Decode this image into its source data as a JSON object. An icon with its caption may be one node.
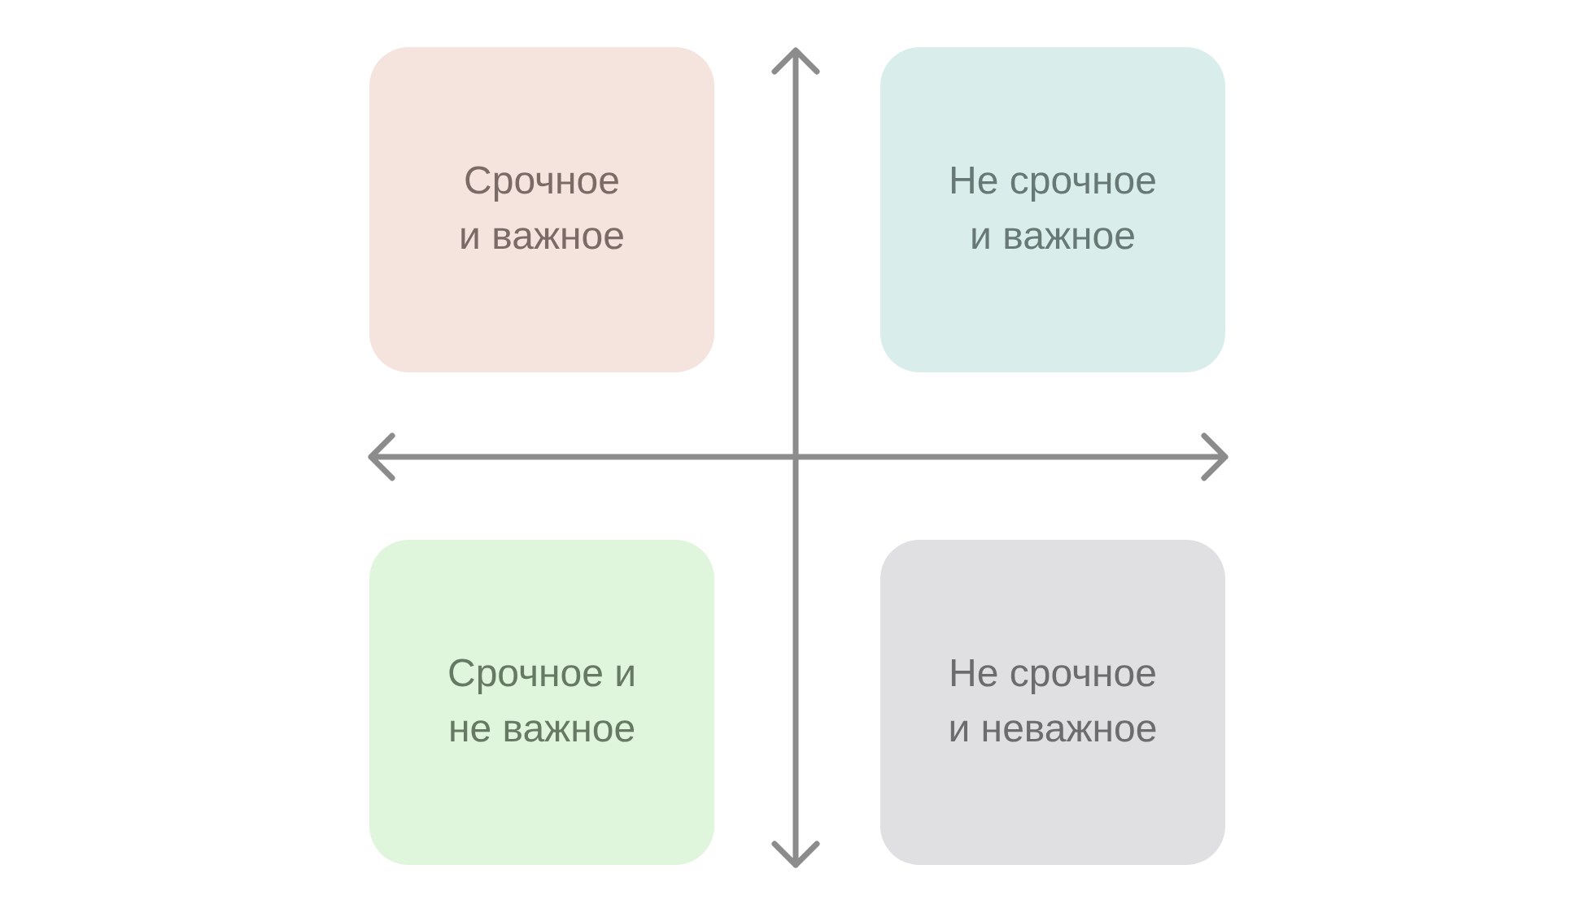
{
  "diagram": {
    "nodes": [
      {
        "text": [
          "Срочное и важное"
        ]
      },
      {
        "text": [
          "Не срочное и важное"
        ]
      },
      {
        "text": [
          "Срочное и не важное"
        ]
      },
      {
        "text": [
          "Не срочное и неважное"
        ]
      }
    ]
  }
}
